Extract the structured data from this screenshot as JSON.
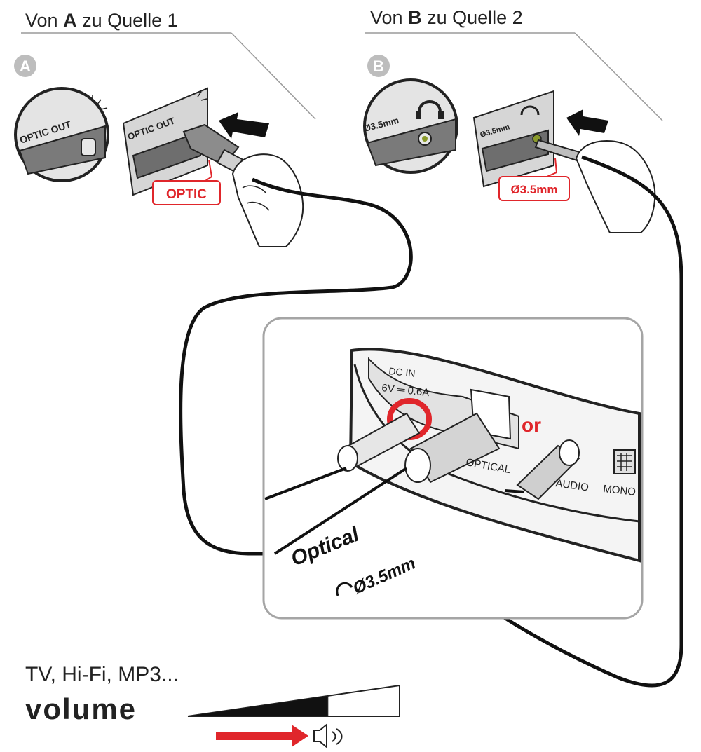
{
  "headings": {
    "a": {
      "prefix": "Von ",
      "letter": "A",
      "suffix": " zu Quelle 1"
    },
    "b": {
      "prefix": "Von ",
      "letter": "B",
      "suffix": " zu Quelle 2"
    }
  },
  "step_a": {
    "badge": "A",
    "port_label": "OPTIC OUT",
    "callout": "OPTIC"
  },
  "step_b": {
    "badge": "B",
    "port_label": "Ø3.5mm",
    "callout": "Ø3.5mm"
  },
  "device": {
    "dc_in": "DC IN",
    "rating": "6V ═ 0.6A",
    "optical_port": "OPTICAL",
    "or_text": "or",
    "audio_port": "AUDIO",
    "mono_port": "MONO",
    "optical_cable": "Optical",
    "jack_cable": "Ø3.5mm"
  },
  "volume": {
    "sources": "TV, Hi-Fi, MP3...",
    "label": "volume",
    "fill_fraction": 0.66
  },
  "colors": {
    "accent_red": "#e0262b",
    "badge_gray": "#bdbdbd",
    "panel_gray": "#d6d6d6",
    "jack_green": "#8a9a2a"
  }
}
